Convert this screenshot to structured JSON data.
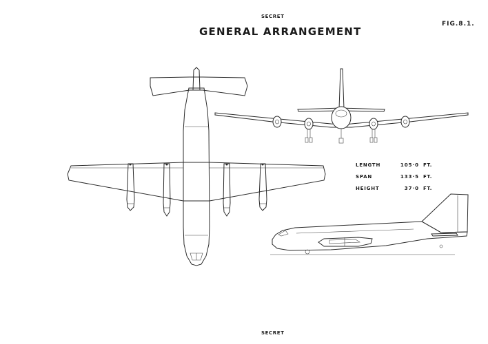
{
  "header": {
    "classification_top": "SECRET",
    "title": "GENERAL ARRANGEMENT",
    "figure_number": "FIG.8.1."
  },
  "dimensions": [
    {
      "label": "LENGTH",
      "value": "105·0",
      "unit": "FT."
    },
    {
      "label": "SPAN",
      "value": "133·5",
      "unit": "FT."
    },
    {
      "label": "HEIGHT",
      "value": "37·0",
      "unit": "FT."
    }
  ],
  "footer": {
    "classification_bottom": "SECRET"
  }
}
